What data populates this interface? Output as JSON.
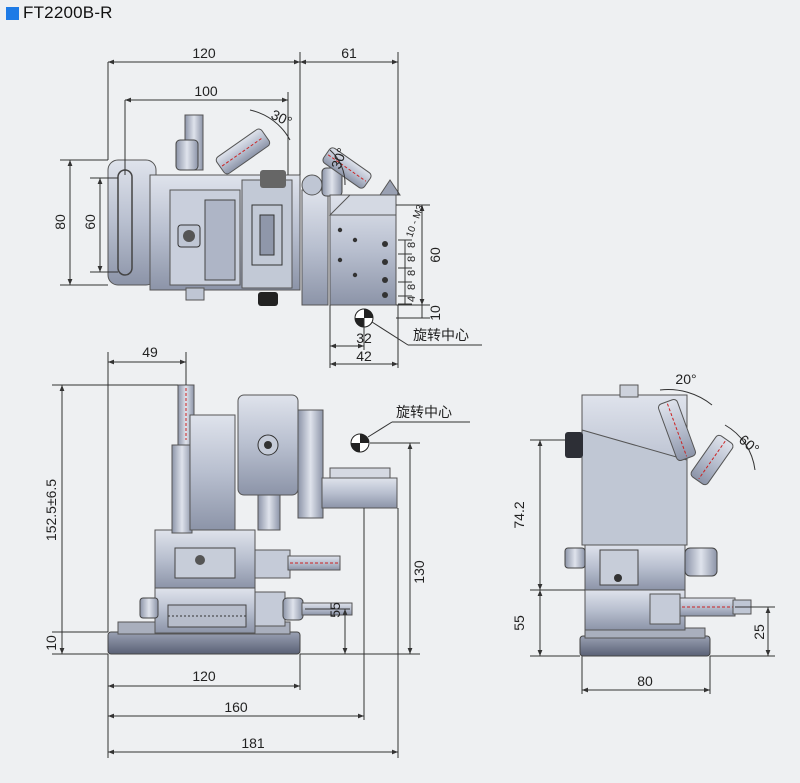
{
  "title": {
    "accent_color": "#1e7be6",
    "model": "FT2200B-R"
  },
  "top_view": {
    "dims": {
      "w120": "120",
      "w61": "61",
      "w100": "100",
      "a30_left": "30°",
      "a30_right": "30°",
      "h80": "80",
      "h60_left": "60",
      "holes": "10 - M3",
      "h60_right": "60",
      "pitch1": "8",
      "pitch2": "8",
      "pitch3": "8",
      "pitch4": "8",
      "pitch5": "4",
      "h10": "10",
      "w32": "32",
      "w42": "42"
    },
    "rotation_center_label": "旋转中心"
  },
  "front_view": {
    "dims": {
      "w49": "49",
      "h152": "152.5±6.5",
      "h10": "10",
      "h55": "55",
      "h130": "130",
      "w120": "120",
      "w160": "160",
      "w181": "181"
    },
    "rotation_center_label": "旋转中心"
  },
  "side_view": {
    "dims": {
      "a20": "20°",
      "a60": "60°",
      "h74": "74.2",
      "h55": "55",
      "h25": "25",
      "w80": "80"
    }
  },
  "colors": {
    "metal_light": "#c9cfdc",
    "metal_mid": "#9aa3b7",
    "metal_dark": "#5c6378",
    "base_plate": "#8a8f9c",
    "micrometer_red": "#cc2222",
    "dim_line": "#333333"
  }
}
